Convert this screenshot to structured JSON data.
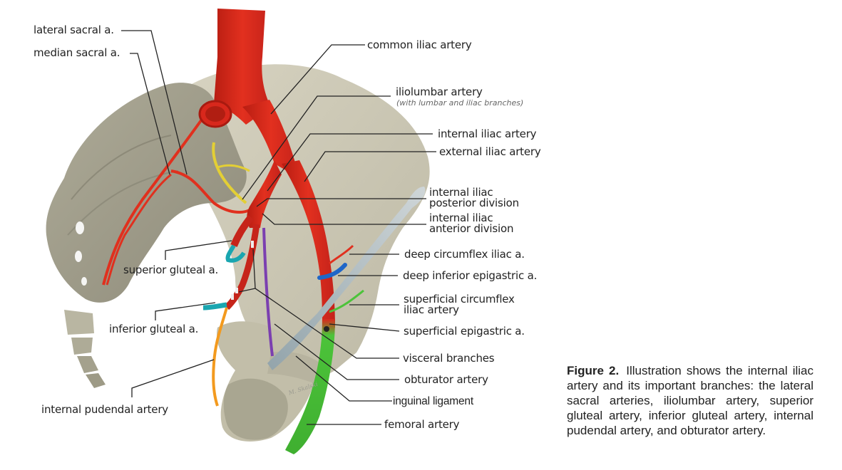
{
  "figure": {
    "number_label": "Figure 2.",
    "caption": "Illustration shows the internal iliac artery and its important branches: the lateral sacral arteries, iliolumbar artery, superior gluteal artery, inferior gluteal artery, internal pudendal artery, and obturator artery.",
    "signature": "M. Skalski"
  },
  "labels": {
    "lateral_sacral": "lateral sacral a.",
    "median_sacral": "median sacral a.",
    "common_iliac": "common iliac artery",
    "iliolumbar": "iliolumbar artery",
    "iliolumbar_sub": "(with lumbar and iliac branches)",
    "internal_iliac": "internal iliac artery",
    "external_iliac": "external iliac artery",
    "posterior_division_1": "internal iliac",
    "posterior_division_2": "posterior division",
    "anterior_division_1": "internal iliac",
    "anterior_division_2": "anterior division",
    "deep_circumflex": "deep circumflex iliac a.",
    "deep_inferior_epigastric": "deep inferior epigastric a.",
    "superficial_circumflex_1": "superficial circumflex",
    "superficial_circumflex_2": "iliac artery",
    "superficial_epigastric": "superficial epigastric a.",
    "visceral_branches": "visceral branches",
    "obturator": "obturator artery",
    "inguinal_ligament": "inguinal ligament",
    "femoral": "femoral artery",
    "superior_gluteal": "superior gluteal a.",
    "inferior_gluteal": "inferior gluteal a.",
    "internal_pudendal": "internal pudendal artery"
  },
  "colors": {
    "artery_red": "#d8281c",
    "bone": "#cfcbb8",
    "bone_dark": "#9f9c89",
    "iliolumbar_yellow": "#e3cf35",
    "gluteal_teal": "#1aa6b0",
    "pudendal_orange": "#f39a1e",
    "obturator_purple": "#7b3fb0",
    "epigastric_blue": "#1f66c8",
    "femoral_green": "#4cc33a",
    "ligament_gray": "#b6c2c6",
    "leader_line": "#222222"
  }
}
